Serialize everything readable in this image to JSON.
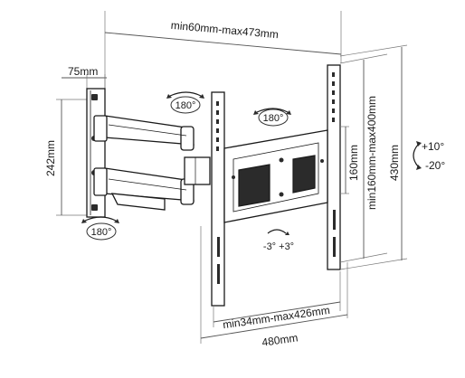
{
  "dimensions": {
    "arm_extension": "min60mm-max473mm",
    "wall_plate_depth": "75mm",
    "wall_plate_height": "242mm",
    "vesa_vertical": "min160mm-max400mm",
    "center_spacing": "160mm",
    "overall_height": "430mm",
    "vesa_horizontal": "min34mm-max426mm",
    "overall_width": "480mm"
  },
  "rotations": {
    "top_swivel": "180°",
    "mid_swivel": "180°",
    "bottom_swivel": "180°",
    "level_adjust": "-3° +3°"
  },
  "tilt": {
    "up": "+10°",
    "down": "-20°"
  },
  "icons": [
    "swivel-arrow-icon",
    "tilt-arrow-icon",
    "level-arrow-icon"
  ]
}
